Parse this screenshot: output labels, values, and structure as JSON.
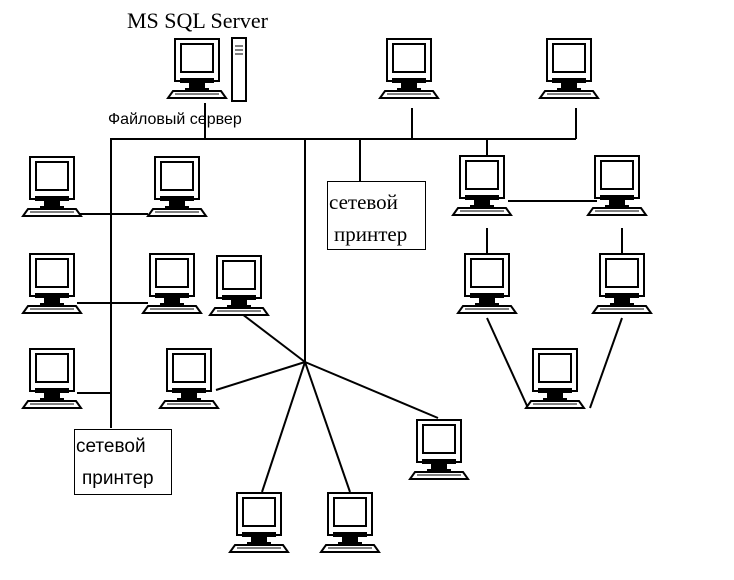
{
  "labels": {
    "sql_server": "MS SQL Server",
    "file_server": "Файловый сервер",
    "printer_top_line1": "сетевой",
    "printer_top_line2": "принтер",
    "printer_bottom_line1": "сетевой",
    "printer_bottom_line2": "принтер"
  },
  "colors": {
    "line": "#000000",
    "background": "#ffffff",
    "screen": "#ffffff"
  },
  "icons": {
    "workstation": "computer-monitor-icon",
    "server": "server-tower-icon"
  }
}
